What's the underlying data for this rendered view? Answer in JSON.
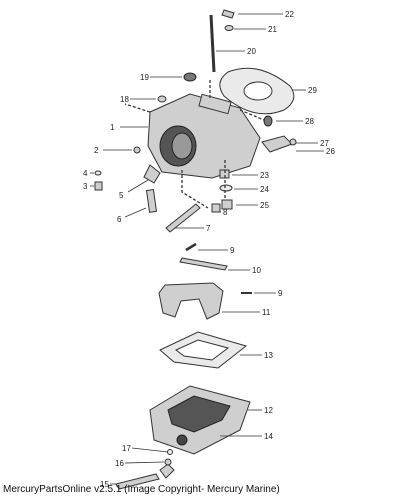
{
  "diagram": {
    "callouts": [
      "1",
      "2",
      "3",
      "4",
      "5",
      "6",
      "7",
      "8",
      "9",
      "10",
      "11",
      "12",
      "13",
      "14",
      "15",
      "16",
      "17",
      "18",
      "19",
      "20",
      "21",
      "22",
      "23",
      "24",
      "25",
      "26",
      "27",
      "28",
      "29",
      "9"
    ]
  },
  "footer": {
    "text": "MercuryPartsOnline v2.5.1 (Image Copyright- Mercury Marine)"
  }
}
